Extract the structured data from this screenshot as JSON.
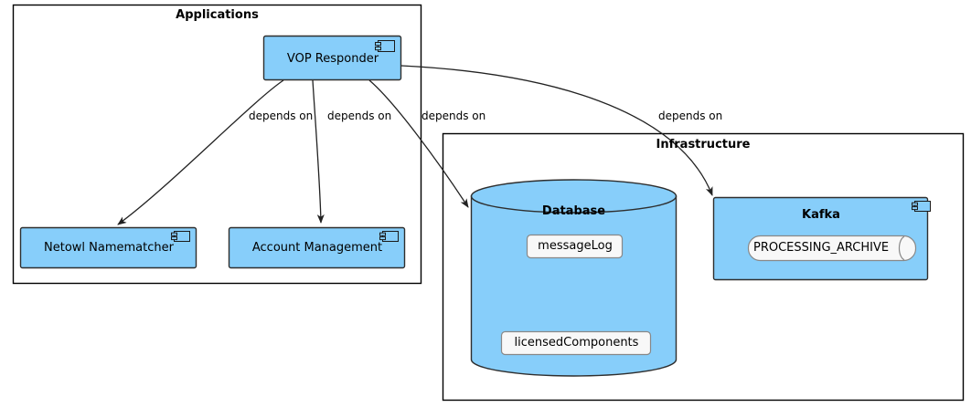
{
  "diagram": {
    "type": "uml-component-diagram",
    "background": "#FFFFFF",
    "colors": {
      "component_fill": "#87CEFA",
      "component_stroke": "#2E2E2E",
      "package_stroke": "#000000",
      "inner_fill": "#F8F8F8",
      "inner_stroke": "#888888",
      "edge_stroke": "#222222",
      "text": "#000000"
    }
  },
  "packages": [
    {
      "id": "applications",
      "title": "Applications"
    },
    {
      "id": "infrastructure",
      "title": "Infrastructure"
    }
  ],
  "components": [
    {
      "id": "vop-responder",
      "label": "VOP Responder",
      "package": "applications",
      "icon": "uml-component-icon"
    },
    {
      "id": "netowl-namematcher",
      "label": "Netowl Namematcher",
      "package": "applications",
      "icon": "uml-component-icon"
    },
    {
      "id": "account-management",
      "label": "Account Management",
      "package": "applications",
      "icon": "uml-component-icon"
    },
    {
      "id": "database",
      "label": "Database",
      "package": "infrastructure",
      "shape": "cylinder"
    },
    {
      "id": "kafka",
      "label": "Kafka",
      "package": "infrastructure",
      "icon": "uml-component-icon"
    }
  ],
  "database_items": [
    {
      "id": "message-log",
      "label": "messageLog"
    },
    {
      "id": "licensed-components",
      "label": "licensedComponents"
    }
  ],
  "kafka_items": [
    {
      "id": "processing-archive",
      "label": "PROCESSING_ARCHIVE",
      "shape": "queue"
    }
  ],
  "edges": [
    {
      "id": "vop-to-netowl",
      "from": "vop-responder",
      "to": "netowl-namematcher",
      "label": "depends on"
    },
    {
      "id": "vop-to-account",
      "from": "vop-responder",
      "to": "account-management",
      "label": "depends on"
    },
    {
      "id": "vop-to-database",
      "from": "vop-responder",
      "to": "database",
      "label": "depends on"
    },
    {
      "id": "vop-to-kafka",
      "from": "vop-responder",
      "to": "kafka",
      "label": "depends on"
    }
  ]
}
